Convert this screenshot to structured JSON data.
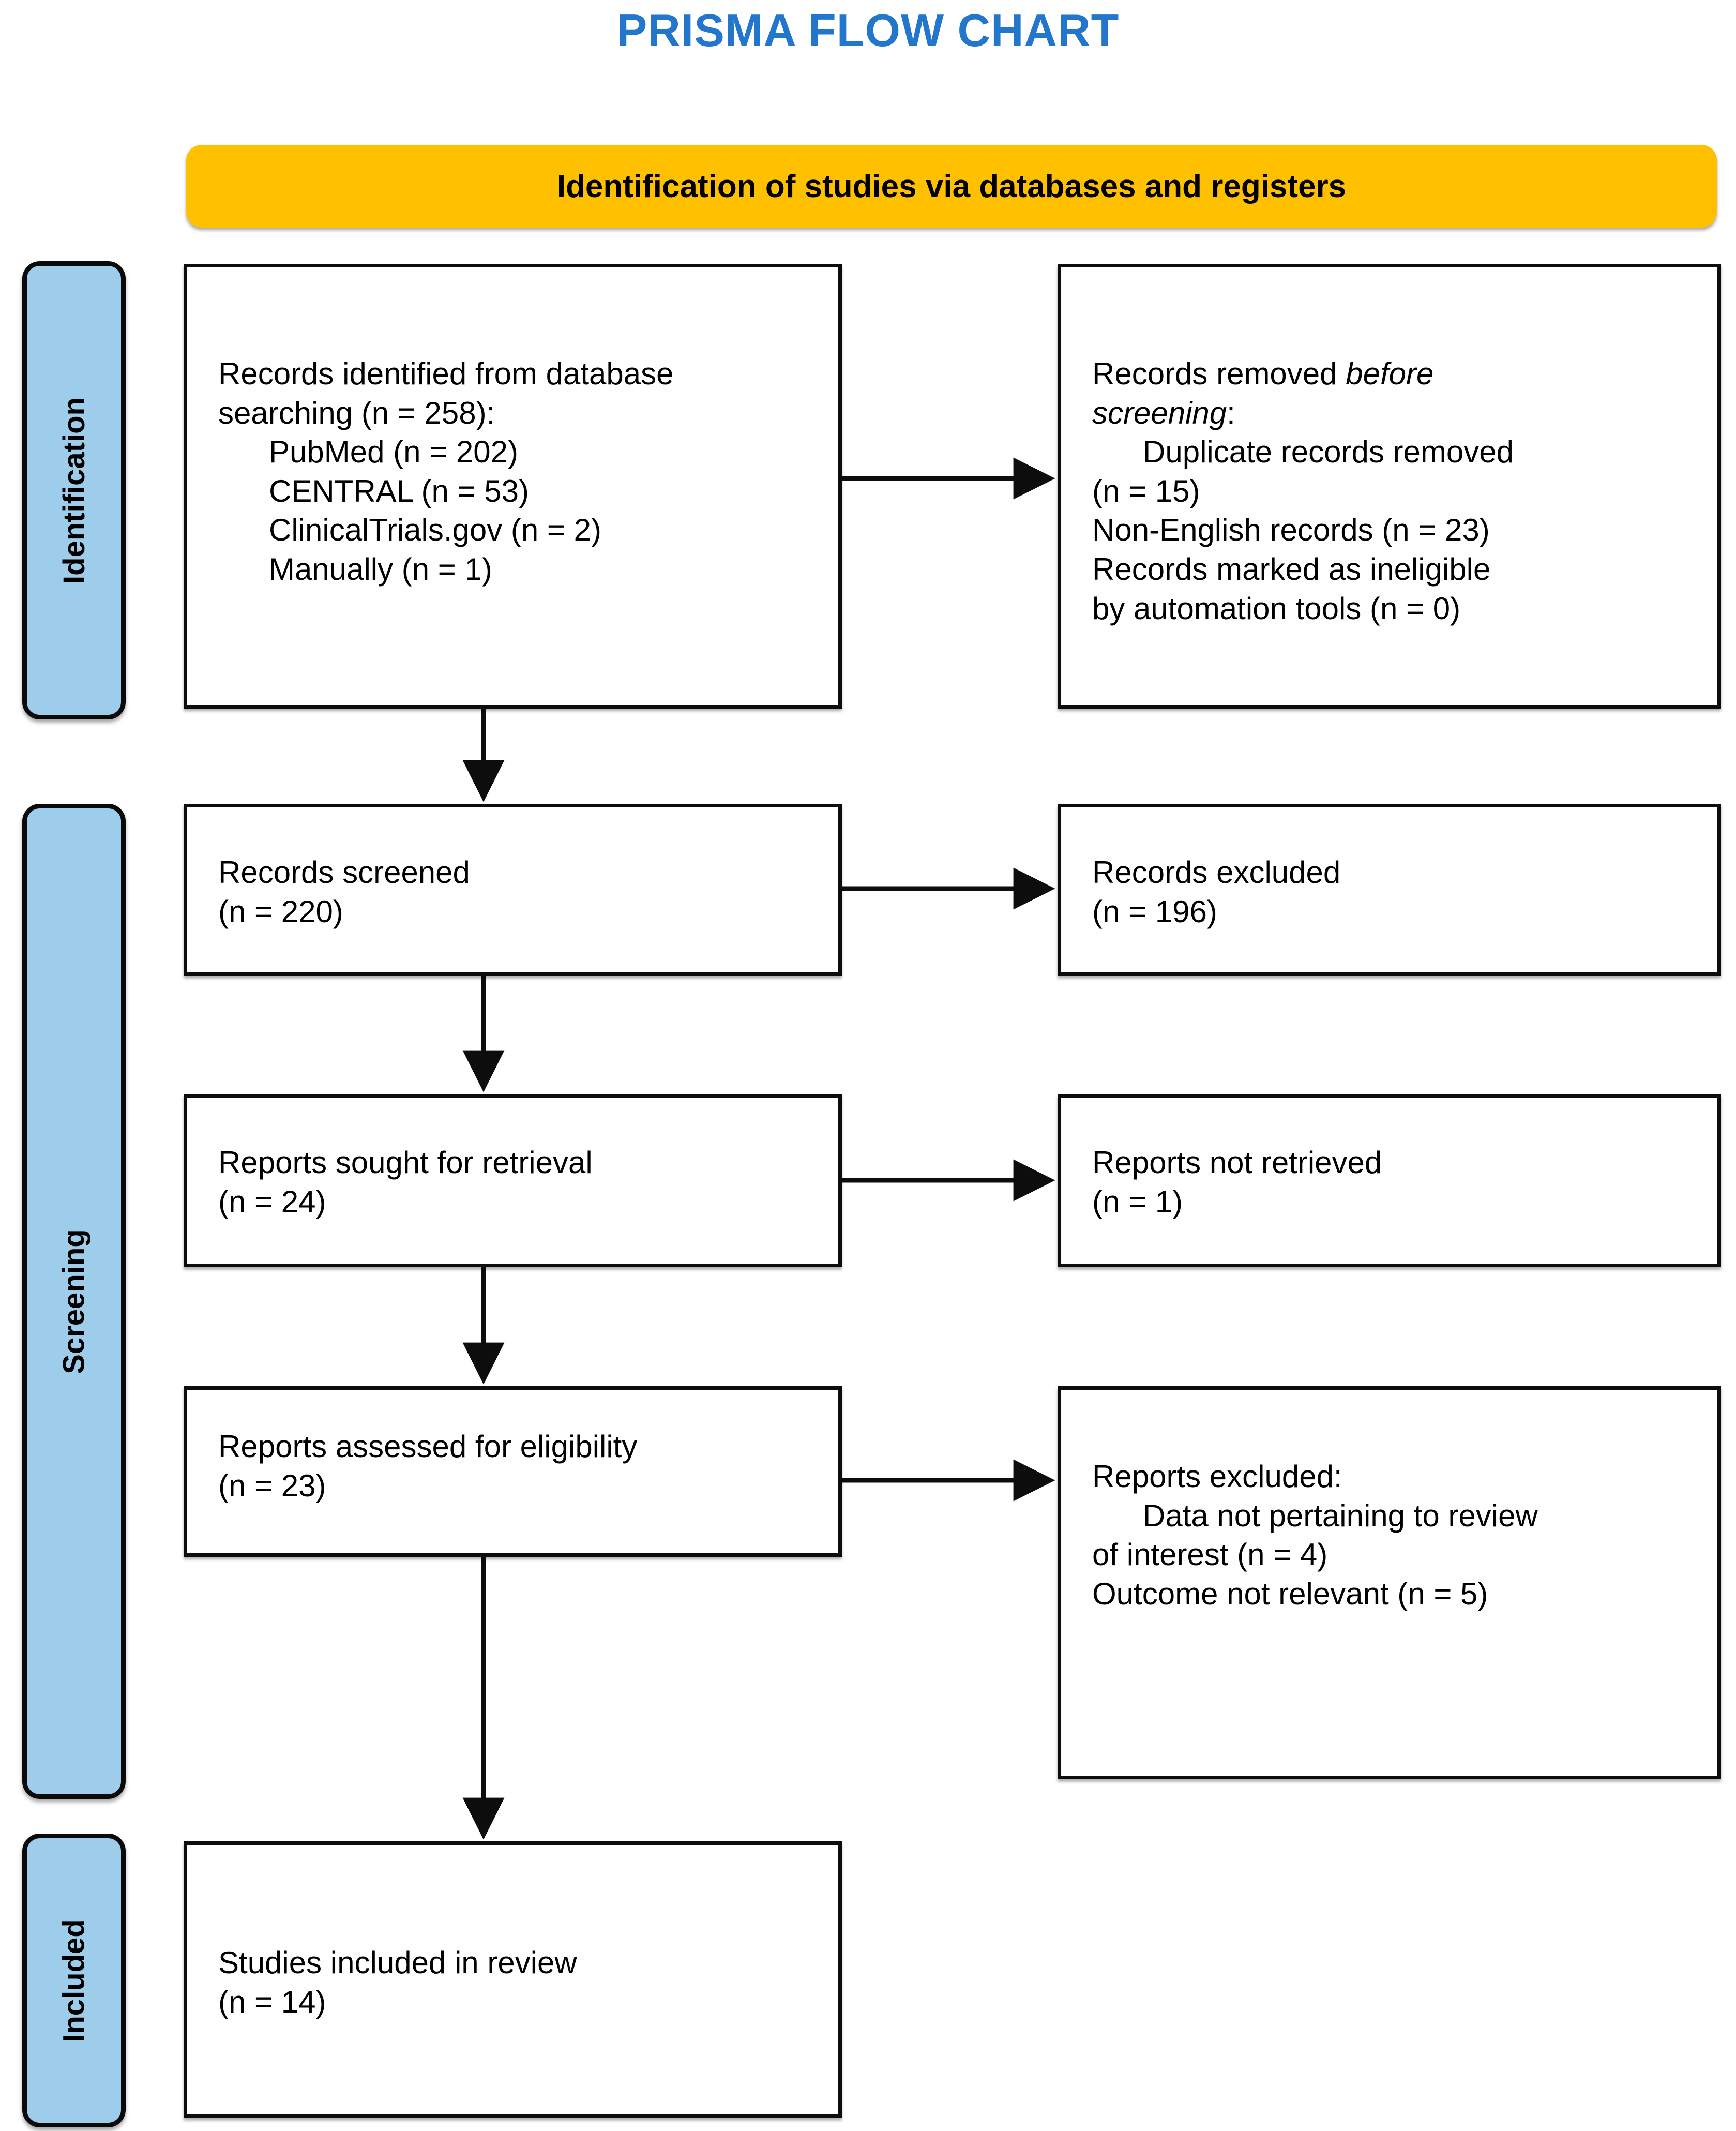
{
  "title": "PRISMA FLOW CHART",
  "colors": {
    "title": "#2277cc",
    "header_band": "#ffc000",
    "stage_bar": "#9dcdeb",
    "box_border": "#0d0d0d",
    "text": "#000000"
  },
  "header": {
    "label": "Identification of studies via databases and registers"
  },
  "stages": [
    {
      "id": "identification",
      "label": "Identification"
    },
    {
      "id": "screening",
      "label": "Screening"
    },
    {
      "id": "included",
      "label": "Included"
    }
  ],
  "boxes": {
    "records_identified": {
      "line1": "Records identified from database",
      "line2": "searching (n = 258):",
      "items": [
        "PubMed (n = 202)",
        "CENTRAL (n = 53)",
        "ClinicalTrials.gov (n = 2)",
        "Manually (n = 1)"
      ]
    },
    "records_removed": {
      "line1_a": "Records removed ",
      "line1_italic": "before",
      "line2_italic": "screening",
      "line2_b": ":",
      "items": [
        "Duplicate records removed",
        "(n = 15)",
        "Non-English records (n = 23)",
        "Records marked as ineligible",
        "by automation tools (n = 0)"
      ]
    },
    "records_screened": {
      "line1": "Records screened",
      "line2": "(n = 220)"
    },
    "records_excluded": {
      "line1": "Records excluded",
      "line2": "(n = 196)"
    },
    "reports_sought": {
      "line1": "Reports sought for retrieval",
      "line2": "(n = 24)"
    },
    "reports_not_retrieved": {
      "line1": "Reports not retrieved",
      "line2": "(n = 1)"
    },
    "reports_assessed": {
      "line1": "Reports assessed for eligibility",
      "line2": "(n = 23)"
    },
    "reports_excluded": {
      "line1": "Reports excluded:",
      "items": [
        "Data not pertaining to review",
        "of interest (n = 4)",
        "Outcome not relevant (n = 5)"
      ]
    },
    "studies_included": {
      "line1": "Studies included in review",
      "line2": "(n = 14)"
    }
  },
  "chart_data": {
    "type": "diagram",
    "title": "PRISMA FLOW CHART",
    "nodes": [
      {
        "id": "records_identified",
        "stage": "Identification",
        "label": "Records identified from database searching",
        "n": 258,
        "breakdown": [
          {
            "source": "PubMed",
            "n": 202
          },
          {
            "source": "CENTRAL",
            "n": 53
          },
          {
            "source": "ClinicalTrials.gov",
            "n": 2
          },
          {
            "source": "Manually",
            "n": 1
          }
        ]
      },
      {
        "id": "records_removed",
        "stage": "Identification",
        "label": "Records removed before screening",
        "breakdown": [
          {
            "reason": "Duplicate records removed",
            "n": 15
          },
          {
            "reason": "Non-English records",
            "n": 23
          },
          {
            "reason": "Records marked as ineligible by automation tools",
            "n": 0
          }
        ]
      },
      {
        "id": "records_screened",
        "stage": "Screening",
        "label": "Records screened",
        "n": 220
      },
      {
        "id": "records_excluded",
        "stage": "Screening",
        "label": "Records excluded",
        "n": 196
      },
      {
        "id": "reports_sought",
        "stage": "Screening",
        "label": "Reports sought for retrieval",
        "n": 24
      },
      {
        "id": "reports_not_retrieved",
        "stage": "Screening",
        "label": "Reports not retrieved",
        "n": 1
      },
      {
        "id": "reports_assessed",
        "stage": "Screening",
        "label": "Reports assessed for eligibility",
        "n": 23
      },
      {
        "id": "reports_excluded",
        "stage": "Screening",
        "label": "Reports excluded",
        "breakdown": [
          {
            "reason": "Data not pertaining to review of interest",
            "n": 4
          },
          {
            "reason": "Outcome not relevant",
            "n": 5
          }
        ]
      },
      {
        "id": "studies_included",
        "stage": "Included",
        "label": "Studies included in review",
        "n": 14
      }
    ],
    "edges": [
      {
        "from": "records_identified",
        "to": "records_removed",
        "direction": "right"
      },
      {
        "from": "records_identified",
        "to": "records_screened",
        "direction": "down"
      },
      {
        "from": "records_screened",
        "to": "records_excluded",
        "direction": "right"
      },
      {
        "from": "records_screened",
        "to": "reports_sought",
        "direction": "down"
      },
      {
        "from": "reports_sought",
        "to": "reports_not_retrieved",
        "direction": "right"
      },
      {
        "from": "reports_sought",
        "to": "reports_assessed",
        "direction": "down"
      },
      {
        "from": "reports_assessed",
        "to": "reports_excluded",
        "direction": "right"
      },
      {
        "from": "reports_assessed",
        "to": "studies_included",
        "direction": "down"
      }
    ]
  }
}
